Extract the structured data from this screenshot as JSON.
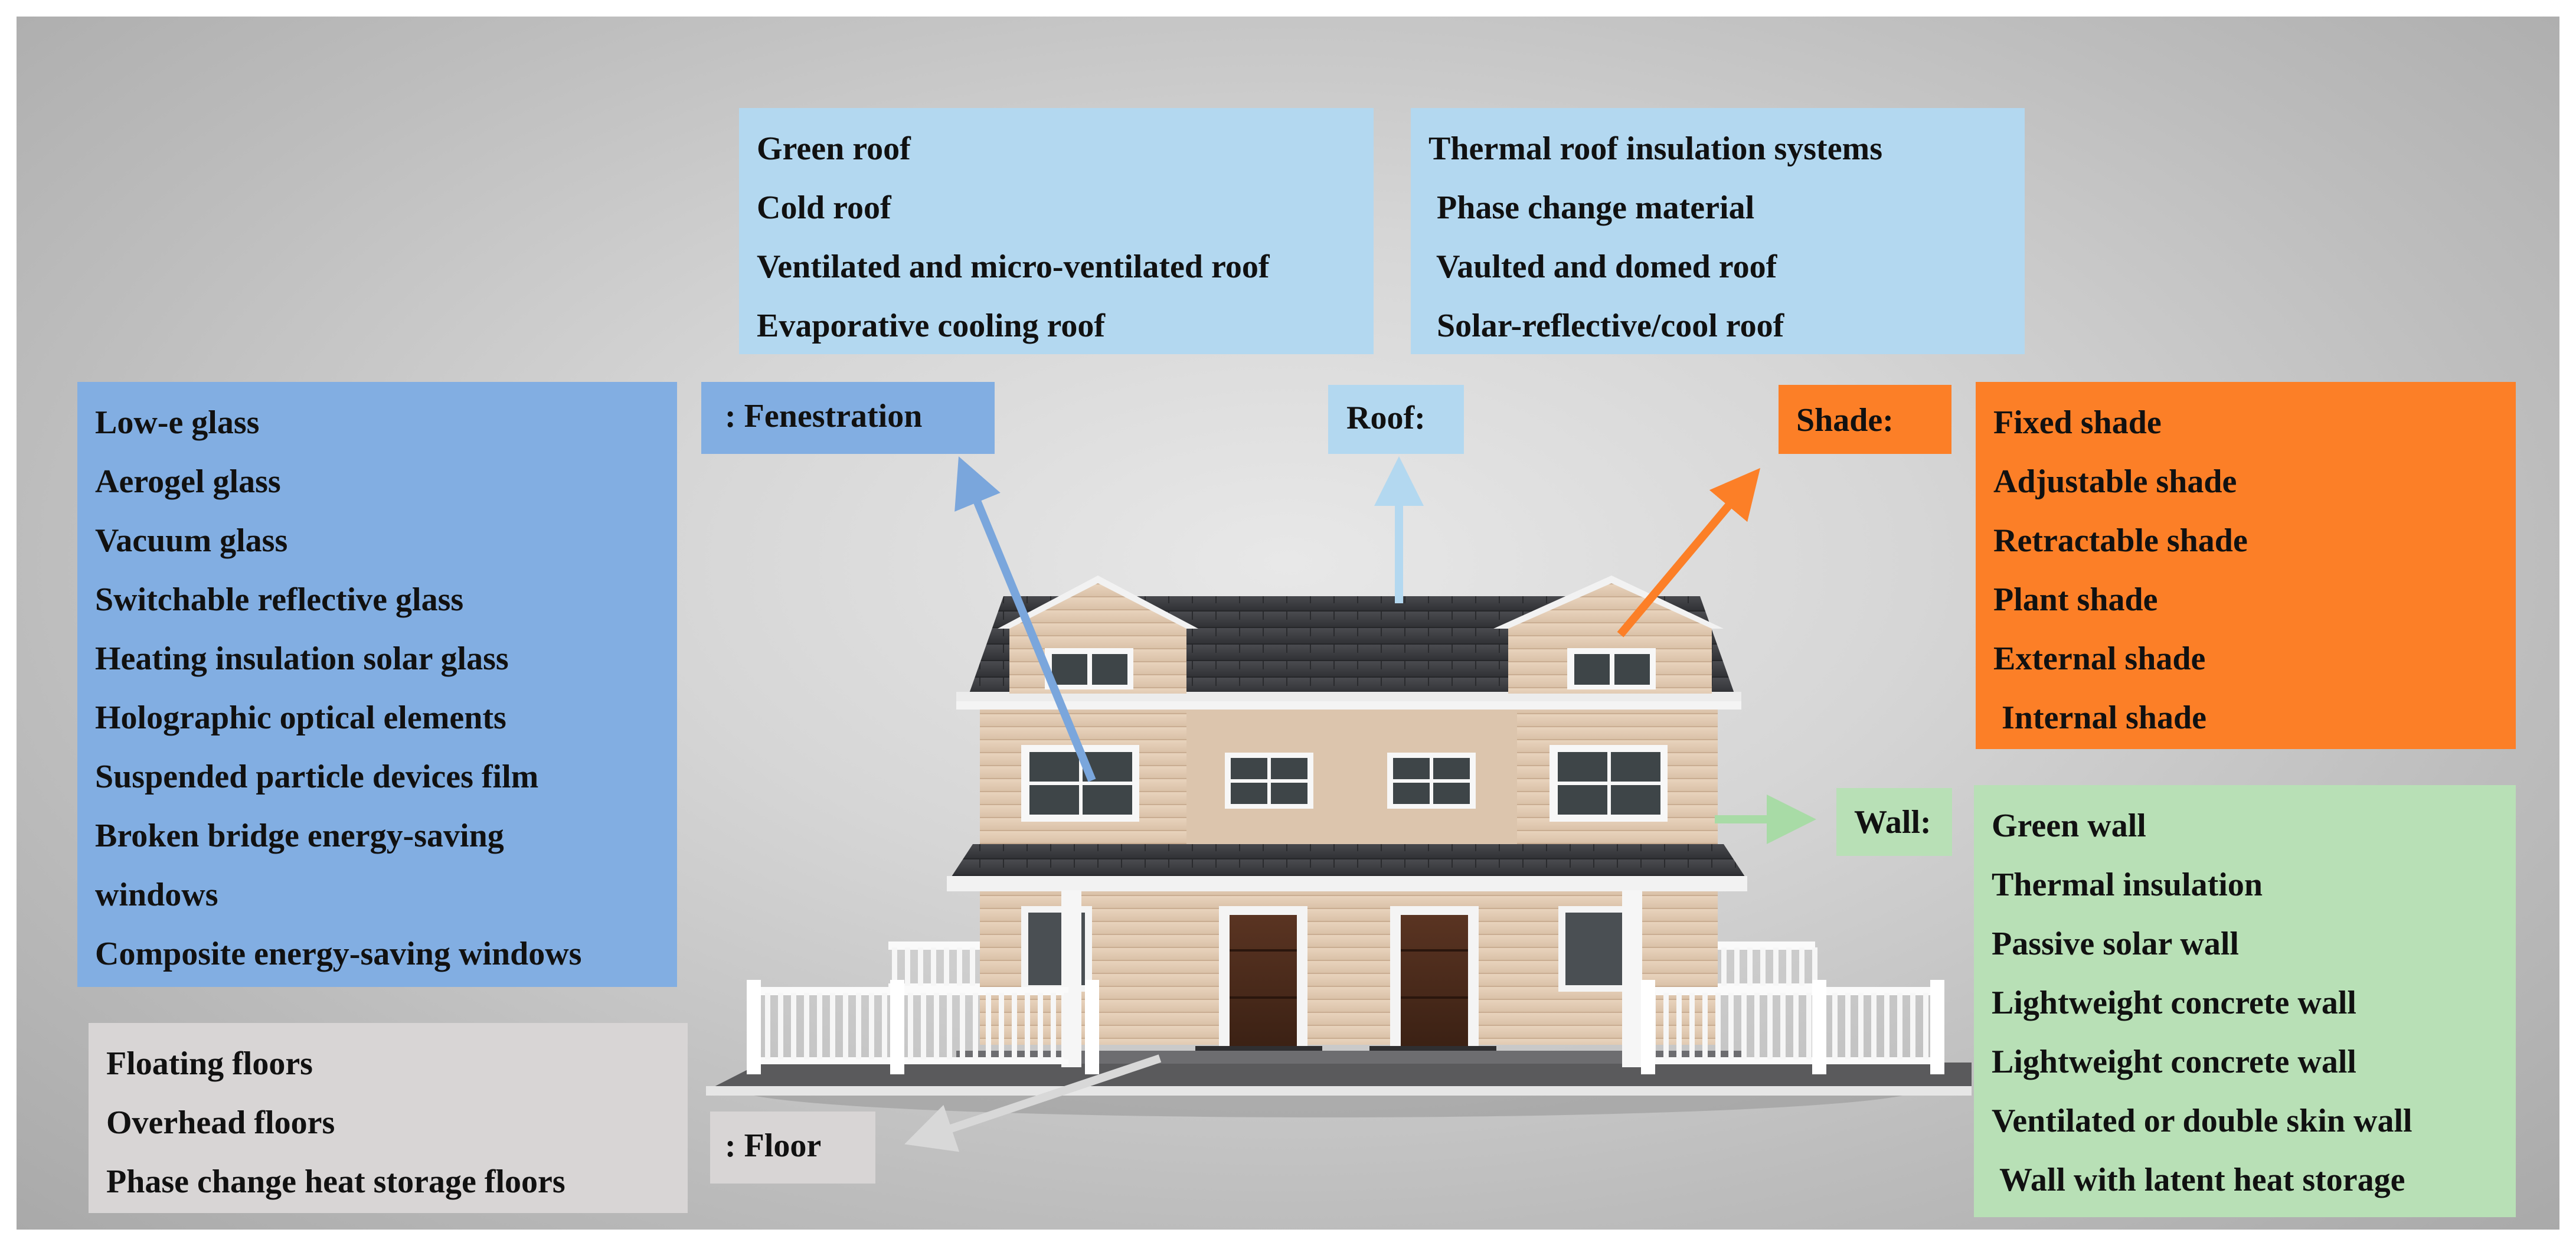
{
  "colors": {
    "roof": "#b3d8f0",
    "fenestration": "#82aee2",
    "shade": "#fc7f27",
    "wall": "#b8e0b6",
    "floor": "#d8d5d5",
    "arrow_roof": "#b3d8f0",
    "arrow_fenestration": "#7aa6dc",
    "arrow_shade": "#fc7f27",
    "arrow_wall": "#a8dba6",
    "arrow_floor": "#d8d8d8"
  },
  "categories": {
    "fenestration": ": Fenestration",
    "roof": "Roof:",
    "shade": "Shade:",
    "wall": "Wall:",
    "floor": ": Floor"
  },
  "roof": {
    "list_left": [
      "Green roof",
      "Cold roof",
      "Ventilated and micro-ventilated roof",
      "Evaporative cooling roof"
    ],
    "list_right": [
      "Thermal roof insulation systems",
      " Phase change material",
      " Vaulted and domed roof",
      " Solar-reflective/cool roof"
    ]
  },
  "fenestration": {
    "items": [
      "Low-e glass",
      "Aerogel glass",
      "Vacuum glass",
      "Switchable reflective glass",
      "Heating insulation solar glass",
      "Holographic optical elements",
      "Suspended particle devices film",
      "Broken bridge energy-saving",
      "windows",
      "Composite energy-saving windows"
    ]
  },
  "shade": {
    "items": [
      "Fixed shade",
      "Adjustable shade",
      "Retractable shade",
      "Plant shade",
      "External shade",
      " Internal shade"
    ]
  },
  "wall": {
    "items": [
      "Green wall",
      "Thermal insulation",
      "Passive solar wall",
      "Lightweight concrete wall",
      "Lightweight concrete wall",
      "Ventilated or double skin wall",
      " Wall with latent heat storage"
    ]
  },
  "floor": {
    "items": [
      "Floating floors",
      "Overhead floors",
      "Phase change heat storage floors"
    ]
  }
}
